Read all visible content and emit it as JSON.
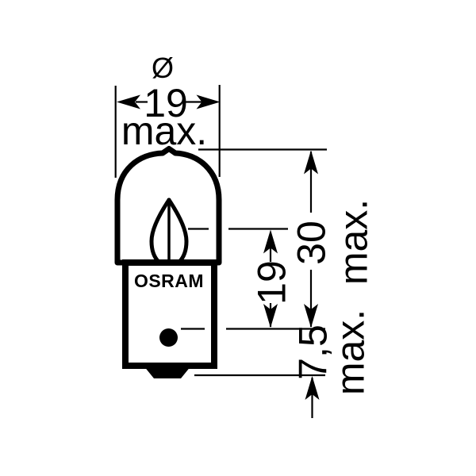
{
  "page": {
    "background": "#ffffff",
    "line_color": "#000000"
  },
  "diagram": {
    "brand": "OSRAM",
    "diameter": {
      "symbol": "Ø",
      "value": "19",
      "qualifier": "max."
    },
    "overall_length": {
      "value": "30",
      "qualifier": "max."
    },
    "light_center_length": {
      "value": "19"
    },
    "base_length": {
      "value": "7,5",
      "qualifier": "max."
    }
  }
}
